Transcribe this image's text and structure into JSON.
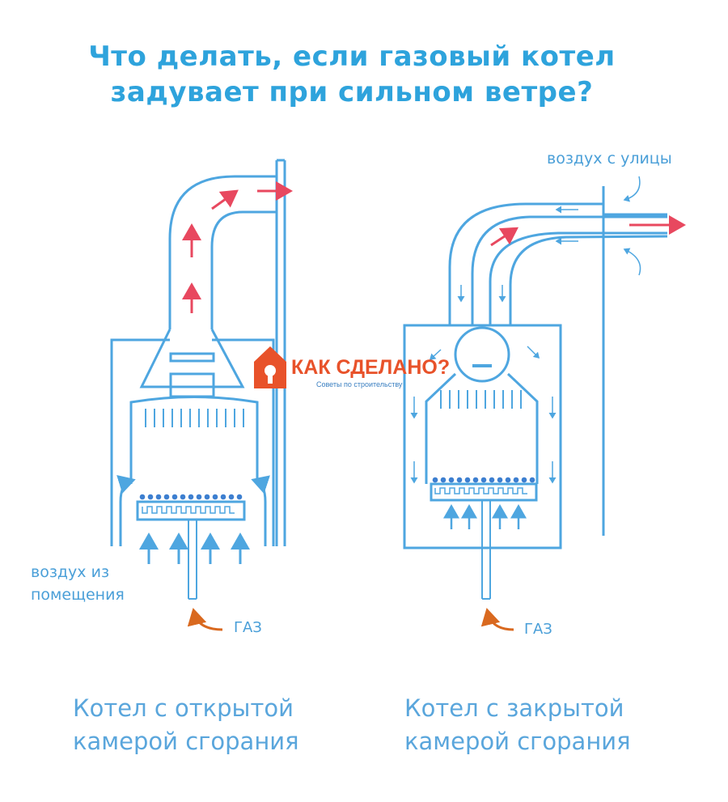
{
  "title": {
    "line1": "Что делать, если газовый котел",
    "line2": "задувает при сильном ветре?"
  },
  "labels": {
    "outside_air": "воздух с улицы",
    "room_air_line1": "воздух из",
    "room_air_line2": "помещения",
    "gas_left": "ГАЗ",
    "gas_right": "ГАЗ"
  },
  "captions": {
    "open": {
      "line1": "Котел с открытой",
      "line2": "камерой сгорания"
    },
    "closed": {
      "line1": "Котел с закрытой",
      "line2": "камерой сгорания"
    }
  },
  "watermark": {
    "brand": "КАК СДЕЛАНО?",
    "tagline": "Советы по строительству",
    "color": "#e8522a"
  },
  "colors": {
    "outline": "#4ea6e0",
    "flue_arrow": "#e8485f",
    "air_arrow": "#4ea6e0",
    "gas_arrow": "#d9691f",
    "title": "#2ea3dc"
  }
}
